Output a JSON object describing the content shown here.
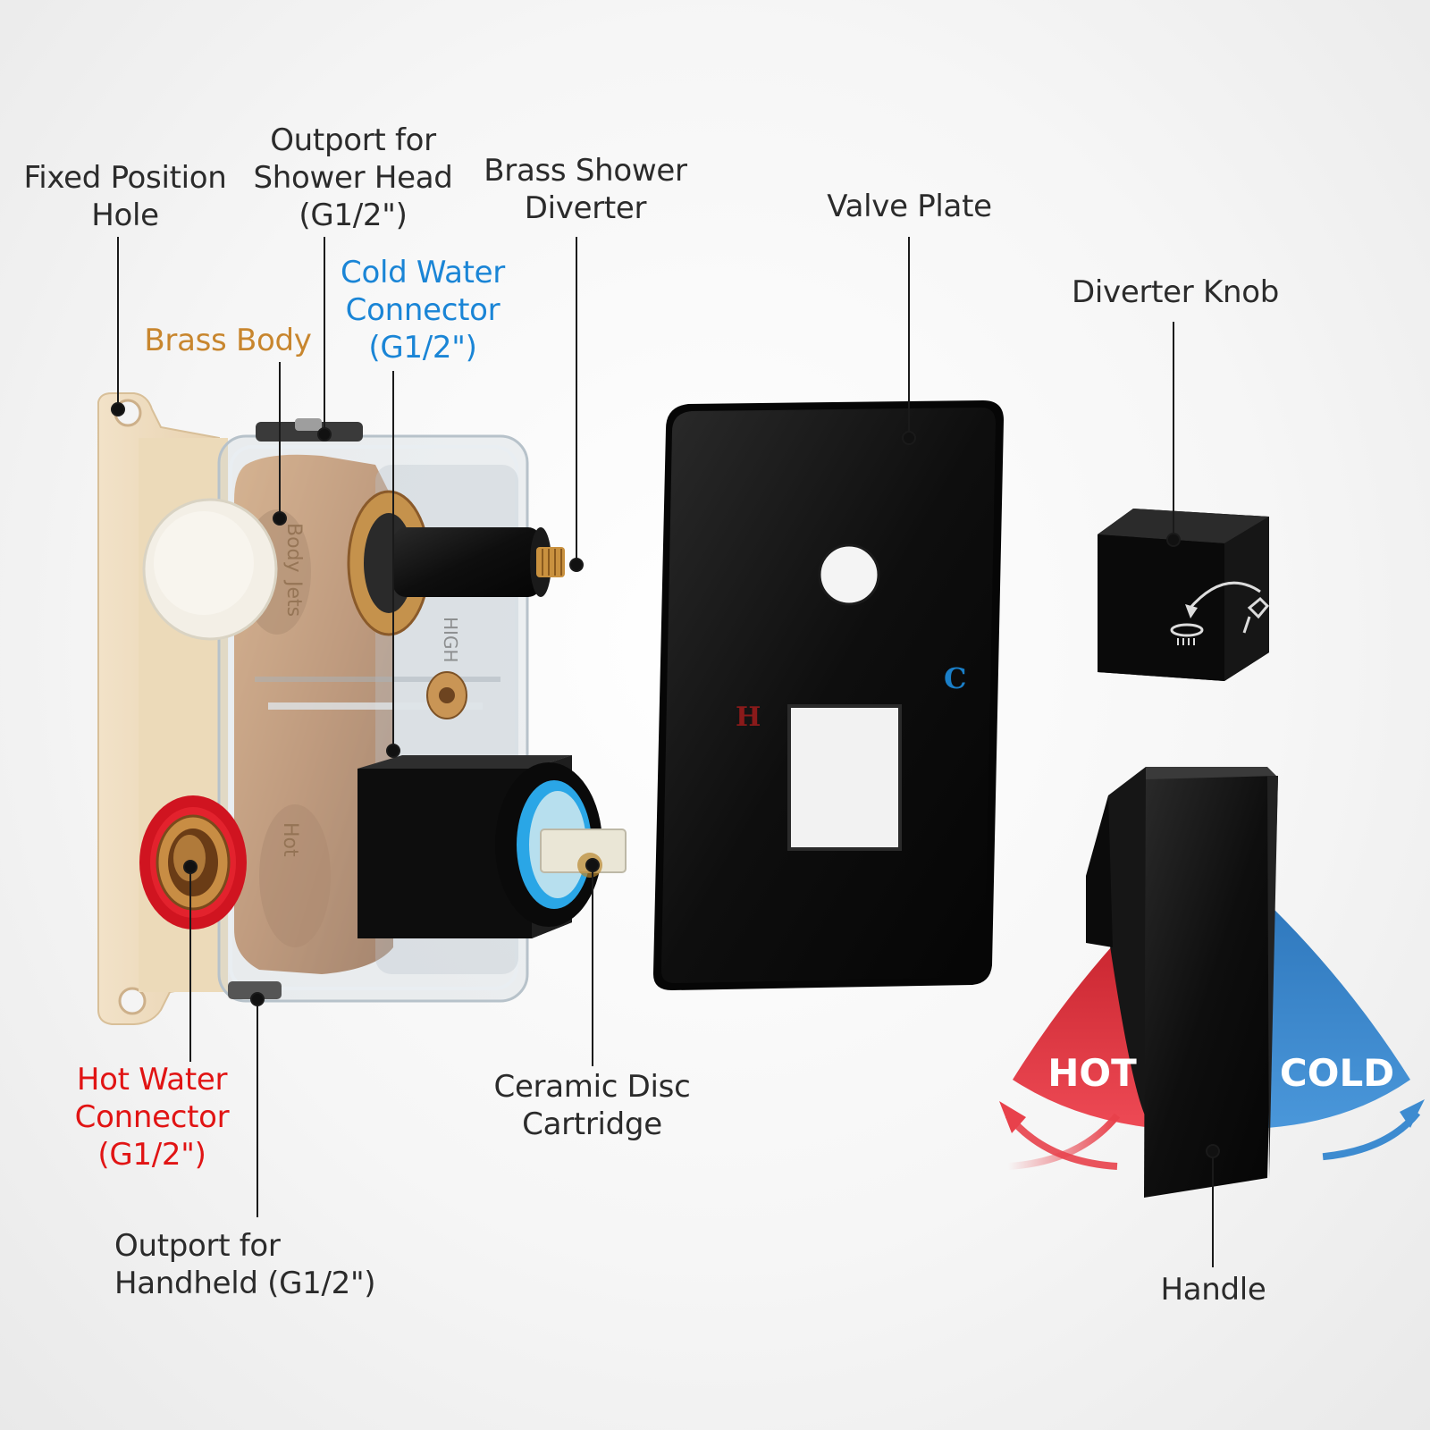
{
  "colors": {
    "label_default": "#2b2b2b",
    "brass_body": "#c8862e",
    "cold": "#1a85d6",
    "hot": "#e11414",
    "hot_zone": "#e8414b",
    "cold_zone": "#3d8bd0",
    "finish": "#111111"
  },
  "callouts": {
    "fixed_position_hole": [
      "Fixed Position",
      "Hole"
    ],
    "outport_shower_head": [
      "Outport for",
      "Shower Head",
      "(G1/2\")"
    ],
    "brass_shower_diverter": [
      "Brass Shower",
      "Diverter"
    ],
    "valve_plate": [
      "Valve Plate"
    ],
    "diverter_knob": [
      "Diverter Knob"
    ],
    "cold_water_connector": [
      "Cold Water",
      "Connector",
      "(G1/2\")"
    ],
    "brass_body": [
      "Brass Body"
    ],
    "hot_water_connector": [
      "Hot Water",
      "Connector",
      "(G1/2\")"
    ],
    "outport_handheld": [
      "Outport for",
      "Handheld (G1/2\")"
    ],
    "ceramic_disc_cartridge": [
      "Ceramic Disc",
      "Cartridge"
    ],
    "handle": [
      "Handle"
    ]
  },
  "plate_marks": {
    "hot": "H",
    "cold": "C"
  },
  "handle_zones": {
    "hot": "HOT",
    "cold": "COLD"
  },
  "valve_body_print": {
    "body": "Body",
    "jets": "Jets",
    "high": "HIGH",
    "hot": "Hot"
  }
}
